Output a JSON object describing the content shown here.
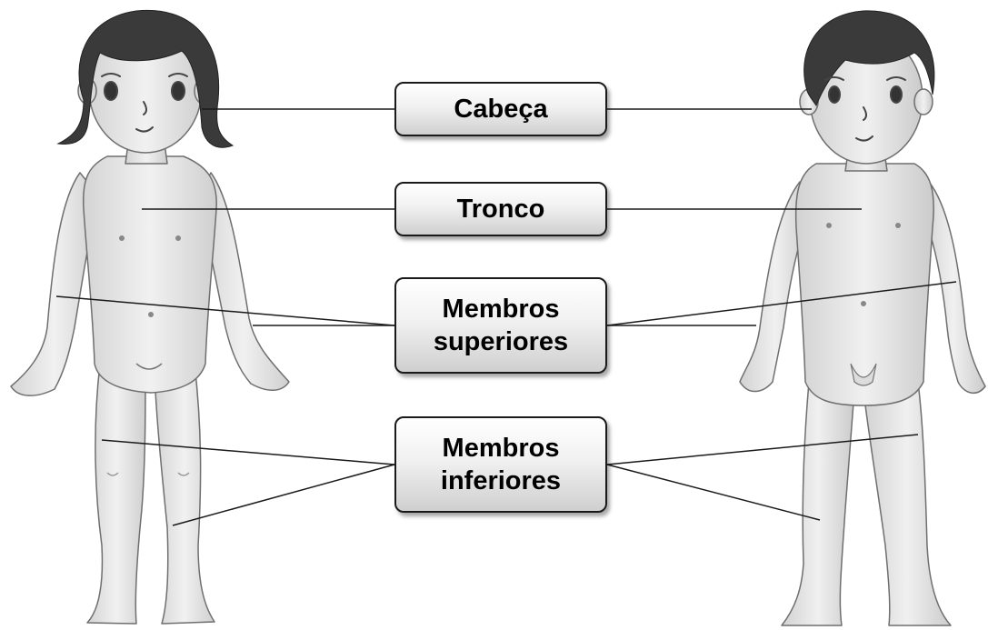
{
  "labels": {
    "head": "Cabeça",
    "trunk": "Tronco",
    "upper_limbs": "Membros\nsuperiores",
    "lower_limbs": "Membros\ninferiores"
  },
  "colors": {
    "skin": "#ebebeb",
    "skin_shadow": "#c9c9c9",
    "hair": "#3a3a3a",
    "outline": "#6f6f6f",
    "leader_line": "#1a1a1a"
  }
}
